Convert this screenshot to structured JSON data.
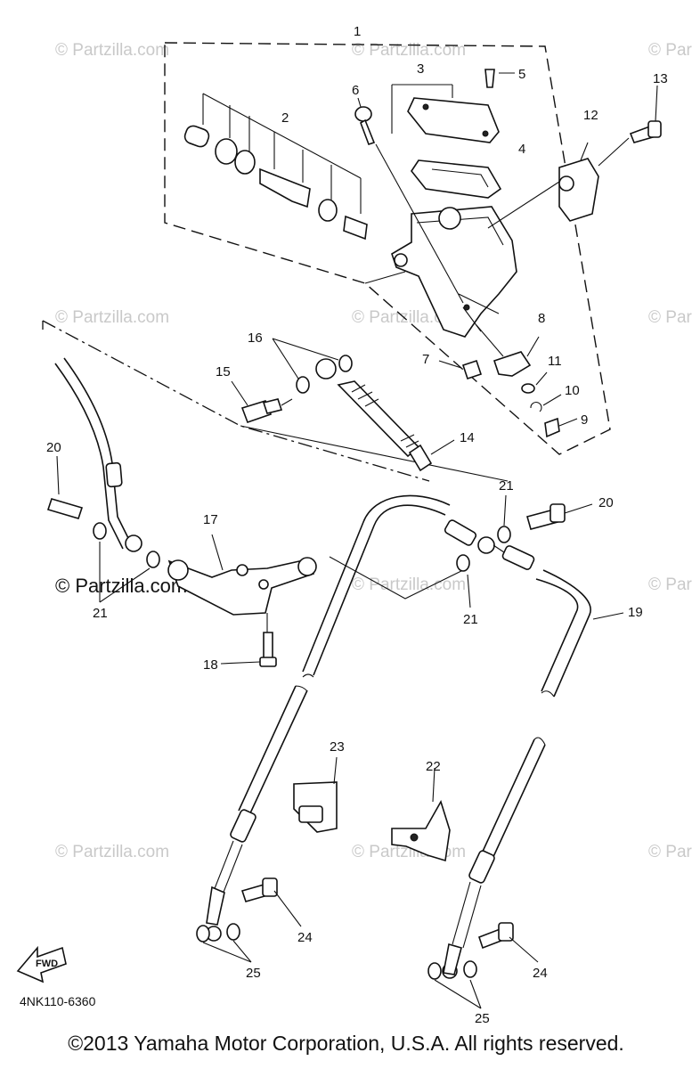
{
  "watermark": {
    "text": "© Partzilla.com",
    "prominent_text": "© Partzilla.com"
  },
  "diagram_code": "4NK110-6360",
  "fwd_label": "FWD",
  "copyright": "©2013 Yamaha Motor Corporation, U.S.A. All rights reserved.",
  "callouts": {
    "c1": "1",
    "c2": "2",
    "c3": "3",
    "c4": "4",
    "c5": "5",
    "c6": "6",
    "c7": "7",
    "c8": "8",
    "c9": "9",
    "c10": "10",
    "c11": "11",
    "c12": "12",
    "c13": "13",
    "c14": "14",
    "c15": "15",
    "c16": "16",
    "c17": "17",
    "c18": "18",
    "c19": "19",
    "c20a": "20",
    "c20b": "20",
    "c21a": "21",
    "c21b": "21",
    "c21c": "21",
    "c22": "22",
    "c23": "23",
    "c24a": "24",
    "c24b": "24",
    "c25a": "25",
    "c25b": "25"
  }
}
